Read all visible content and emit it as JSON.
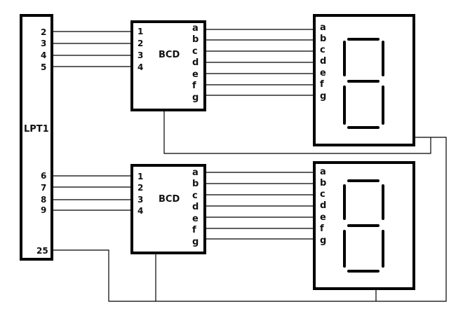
{
  "lpt": {
    "label": "LPT1",
    "pins_top": [
      "2",
      "3",
      "4",
      "5"
    ],
    "pins_bottom": [
      "6",
      "7",
      "8",
      "9"
    ],
    "ground_pin": "25"
  },
  "decoder_top": {
    "label": "BCD",
    "inputs": [
      "1",
      "2",
      "3",
      "4"
    ],
    "outputs": [
      "a",
      "b",
      "c",
      "d",
      "e",
      "f",
      "g"
    ]
  },
  "decoder_bottom": {
    "label": "BCD",
    "inputs": [
      "1",
      "2",
      "3",
      "4"
    ],
    "outputs": [
      "a",
      "b",
      "c",
      "d",
      "e",
      "f",
      "g"
    ]
  },
  "display_top": {
    "segments": [
      "a",
      "b",
      "c",
      "d",
      "e",
      "f",
      "g"
    ]
  },
  "display_bottom": {
    "segments": [
      "a",
      "b",
      "c",
      "d",
      "e",
      "f",
      "g"
    ]
  }
}
